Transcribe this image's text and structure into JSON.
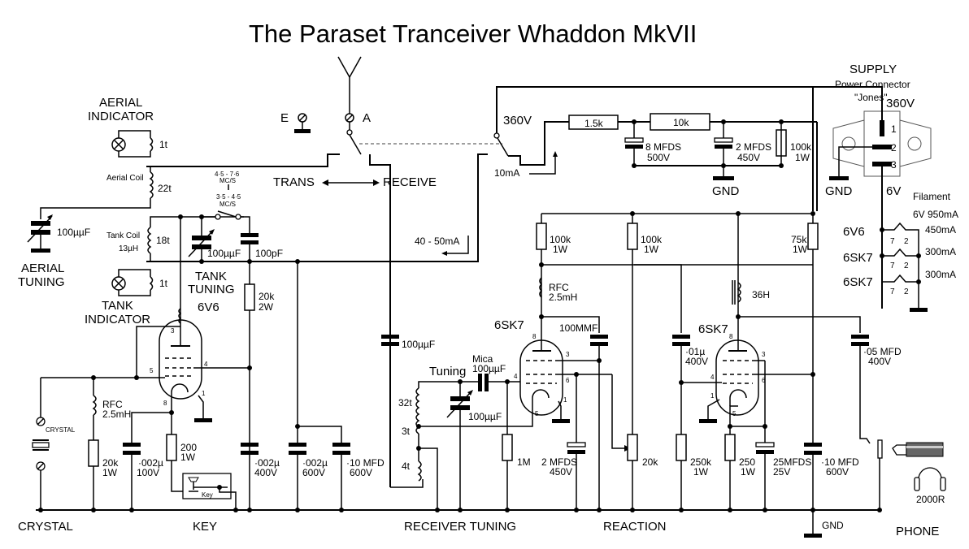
{
  "title": "The Paraset Tranceiver Whaddon MkVII",
  "section_labels": {
    "crystal": "CRYSTAL",
    "key": "KEY",
    "receiver_tuning": "RECEIVER TUNING",
    "reaction": "REACTION",
    "phone": "PHONE",
    "aerial_indicator": [
      "AERIAL",
      "INDICATOR"
    ],
    "aerial_tuning": [
      "AERIAL",
      "TUNING"
    ],
    "tank_indicator": [
      "TANK",
      "INDICATOR"
    ],
    "tank_tuning": [
      "TANK",
      "TUNING"
    ],
    "trans": "TRANS",
    "receive": "RECEIVE",
    "earth": "E",
    "aerial": "A"
  },
  "supply": {
    "title": "SUPPLY",
    "connector": "Power Connector",
    "connector_name": "\"Jones\"",
    "pin_voltage_hv": "360V",
    "pin_voltage_fil": "6V",
    "gnd": "GND",
    "pins": [
      "1",
      "2",
      "3"
    ],
    "filament_title": "Filament",
    "filament_total": "6V 950mA",
    "filaments": [
      {
        "tube": "6V6",
        "current": "450mA",
        "pins": [
          "7",
          "2"
        ]
      },
      {
        "tube": "6SK7",
        "current": "300mA",
        "pins": [
          "7",
          "2"
        ]
      },
      {
        "tube": "6SK7",
        "current": "300mA",
        "pins": [
          "7",
          "2"
        ]
      }
    ]
  },
  "hv_section": {
    "switch_voltage": "360V",
    "rx_current": "10mA",
    "tx_current": "40 - 50mA",
    "r1": "1.5k",
    "r2": "10k",
    "c1": [
      "8 MFDS",
      "500V"
    ],
    "c2": [
      "2 MFDS",
      "450V"
    ],
    "r3": [
      "100k",
      "1W"
    ],
    "gnd": "GND"
  },
  "transmitter": {
    "aerial_lamp_turns": "1t",
    "aerial_coil_label": "Aerial Coil",
    "aerial_coil_turns": "22t",
    "aerial_cap": "100µµF",
    "tank_coil_label": "Tank Coil",
    "tank_coil_inductance": "13µH",
    "tank_coil_turns": "18t",
    "tank_lamp_turns": "1t",
    "tank_cap": "100µµF",
    "band_switch": [
      "4·5 - 7·6",
      "MC/S",
      "3·5 - 4·5",
      "MC/S"
    ],
    "band_cap": "100pF",
    "tube": "6V6",
    "tube_pins": {
      "plate": "3",
      "screen": "4",
      "grid": "5",
      "cathode": "8",
      "shell": "1"
    },
    "screen_res": [
      "20k",
      "2W"
    ],
    "crystal": "CRYSTAL",
    "rfc": [
      "RFC",
      "2.5mH"
    ],
    "grid_res": [
      "20k",
      "1W"
    ],
    "cathode_cap": [
      "·002µ",
      "100V"
    ],
    "cathode_res": [
      "200",
      "1W"
    ],
    "key_label": "Key",
    "c_screen": [
      "·002µ",
      "400V"
    ],
    "c_hv1": [
      "·002µ",
      "600V"
    ],
    "c_hv2": [
      "·10 MFD",
      "600V"
    ]
  },
  "receiver": {
    "coupling_cap": "100µµF",
    "tuning_label": "Tuning",
    "mica_cap": [
      "Mica",
      "100µµF"
    ],
    "tuning_cap": "100µµF",
    "coil_turns": [
      "32t",
      "3t",
      "4t"
    ],
    "tube1": "6SK7",
    "tube1_pins": {
      "plate": "8",
      "screen": "3",
      "grid": "4",
      "supp": "6",
      "cathode": "5",
      "shell": "1"
    },
    "r_plate1": [
      "100k",
      "1W"
    ],
    "rfc": [
      "RFC",
      "2.5mH"
    ],
    "c_100mmf": "100MMF",
    "grid_leak": "1M",
    "c_screen1": [
      "2 MFDS",
      "450V"
    ],
    "reaction_pot": "20k",
    "r_plate2": [
      "100k",
      "1W"
    ],
    "c_couple": [
      "·01µ",
      "400V"
    ],
    "grid_res2": [
      "250k",
      "1W"
    ],
    "tube2": "6SK7",
    "tube2_pins": {
      "plate": "8",
      "screen": "3",
      "grid": "4",
      "supp": "6",
      "cathode": "5",
      "shell": "1"
    },
    "choke": "36H",
    "r_screen2": [
      "75k",
      "1W"
    ],
    "cathode_res2": [
      "250",
      "1W"
    ],
    "cathode_cap2": [
      "25MFDS",
      "25V"
    ],
    "c_out": [
      "·05 MFD",
      "400V"
    ],
    "c_bypass": [
      "·10 MFD",
      "600V"
    ],
    "gnd": "GND",
    "phones": "2000R"
  }
}
